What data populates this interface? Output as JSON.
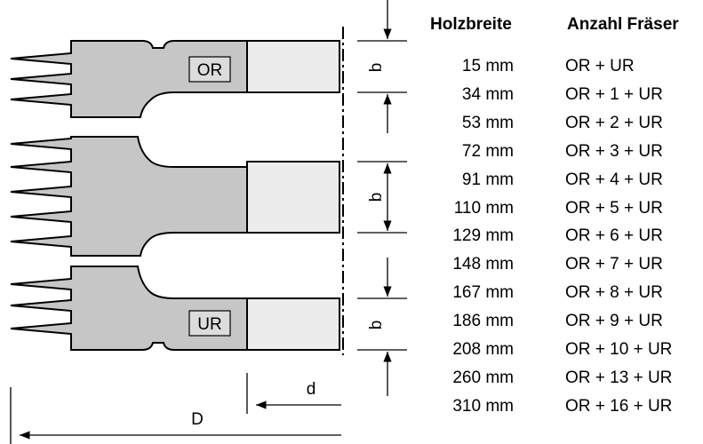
{
  "drawing": {
    "label_top_cutter": "OR",
    "label_bottom_cutter": "UR",
    "dimension_b": "b",
    "dimension_d": "d",
    "dimension_D": "D",
    "colors": {
      "cutter_fill": "#c6c6c6",
      "shank_fill": "#ececec",
      "stroke": "#000000",
      "label_box": "#dcdcdc"
    }
  },
  "table": {
    "header_width": "Holzbreite",
    "header_count": "Anzahl Fräser",
    "rows": [
      {
        "width": "15 mm",
        "count": "OR + UR"
      },
      {
        "width": "34 mm",
        "count": "OR + 1 + UR"
      },
      {
        "width": "53 mm",
        "count": "OR + 2 + UR"
      },
      {
        "width": "72 mm",
        "count": "OR + 3 + UR"
      },
      {
        "width": "91 mm",
        "count": "OR + 4 + UR"
      },
      {
        "width": "110 mm",
        "count": "OR + 5 + UR"
      },
      {
        "width": "129 mm",
        "count": "OR + 6 + UR"
      },
      {
        "width": "148 mm",
        "count": "OR + 7 + UR"
      },
      {
        "width": "167 mm",
        "count": "OR + 8 + UR"
      },
      {
        "width": "186 mm",
        "count": "OR + 9 + UR"
      },
      {
        "width": "208 mm",
        "count": "OR + 10 + UR"
      },
      {
        "width": "260 mm",
        "count": "OR + 13 + UR"
      },
      {
        "width": "310 mm",
        "count": "OR + 16 + UR"
      }
    ]
  }
}
